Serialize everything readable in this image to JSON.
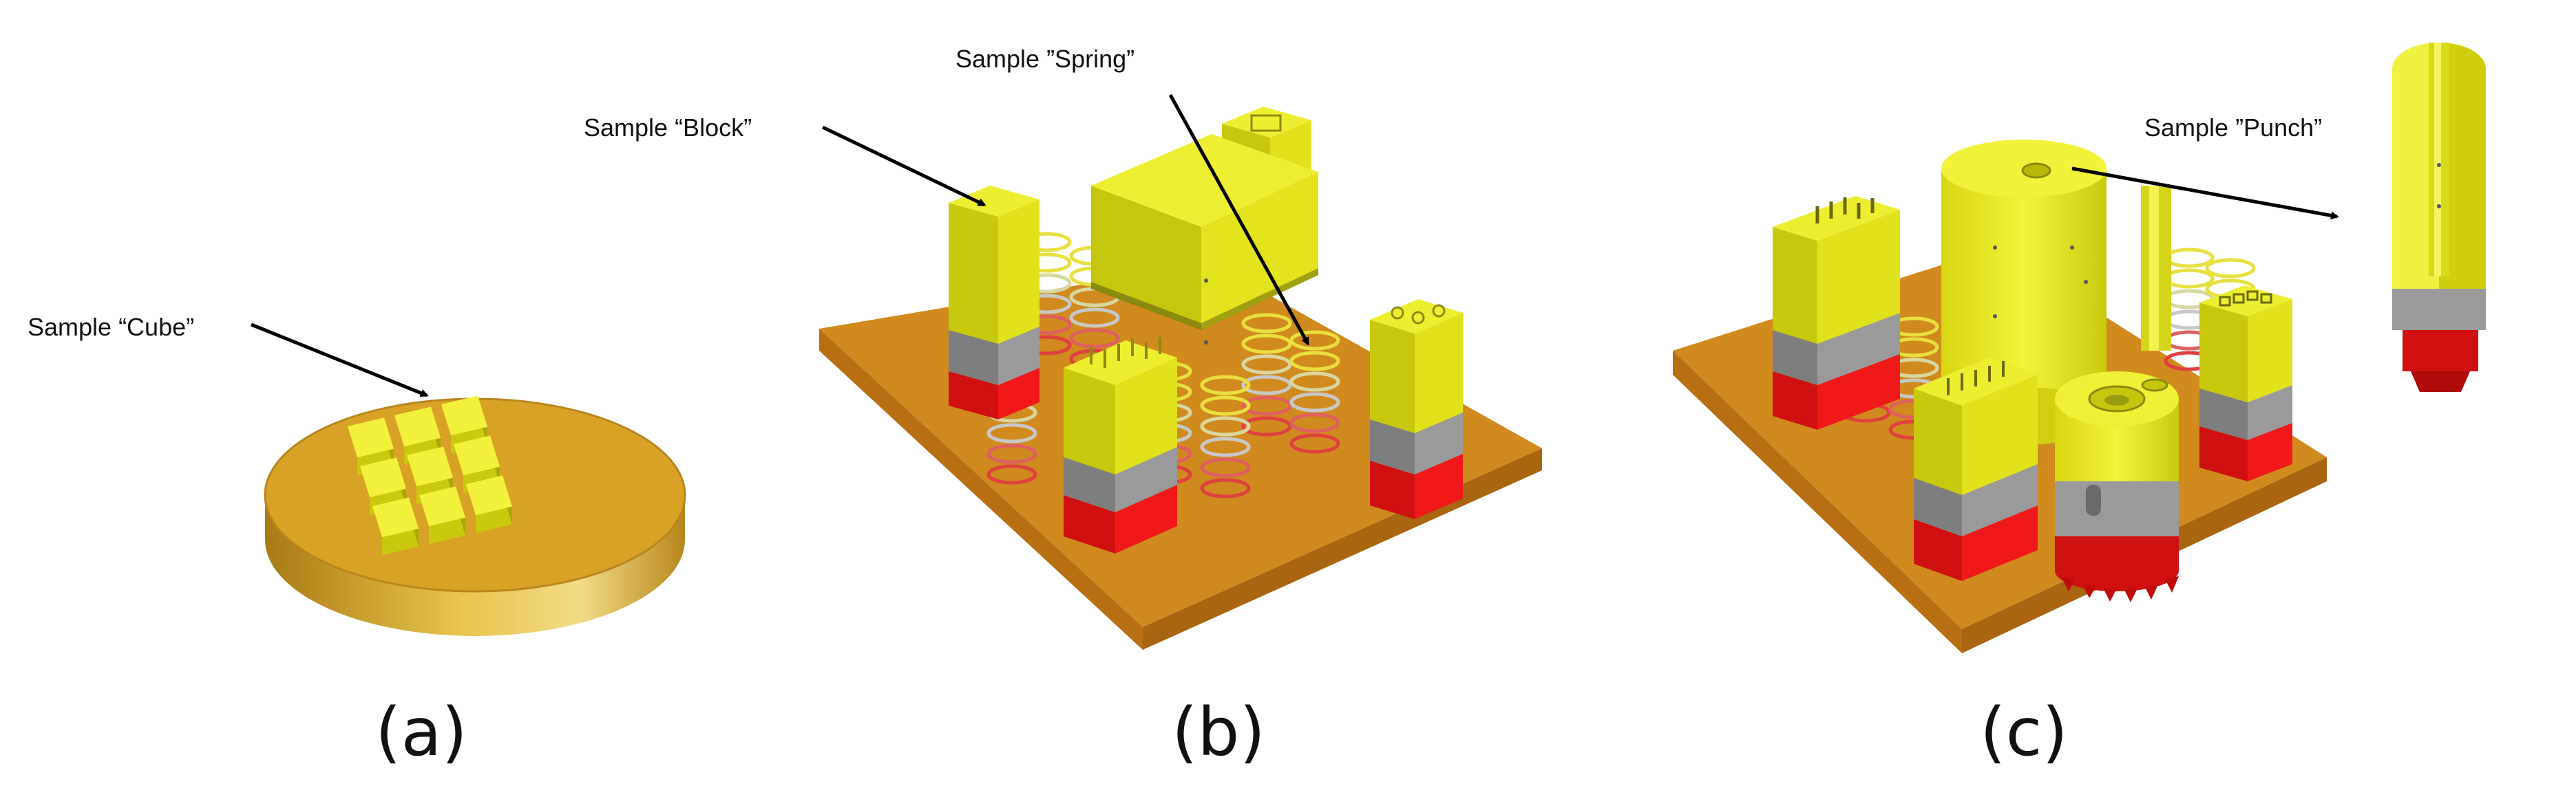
{
  "panels": [
    {
      "caption": "(a)",
      "callouts": [
        {
          "text": "Sample “Cube”"
        }
      ]
    },
    {
      "caption": "(b)",
      "callouts": [
        {
          "text": "Sample “Block”"
        },
        {
          "text": "Sample ”Spring”"
        }
      ]
    },
    {
      "caption": "(c)",
      "callouts": [
        {
          "text": "Sample ”Punch”"
        }
      ]
    }
  ],
  "colors": {
    "build_plate": "#d08a1e",
    "disc": "#d8a227",
    "part_yellow": "#eaea14",
    "support_gray": "#8f8f8f",
    "base_red": "#e01010",
    "spring_yellow": "#e8e040",
    "spring_red": "#e04040"
  }
}
